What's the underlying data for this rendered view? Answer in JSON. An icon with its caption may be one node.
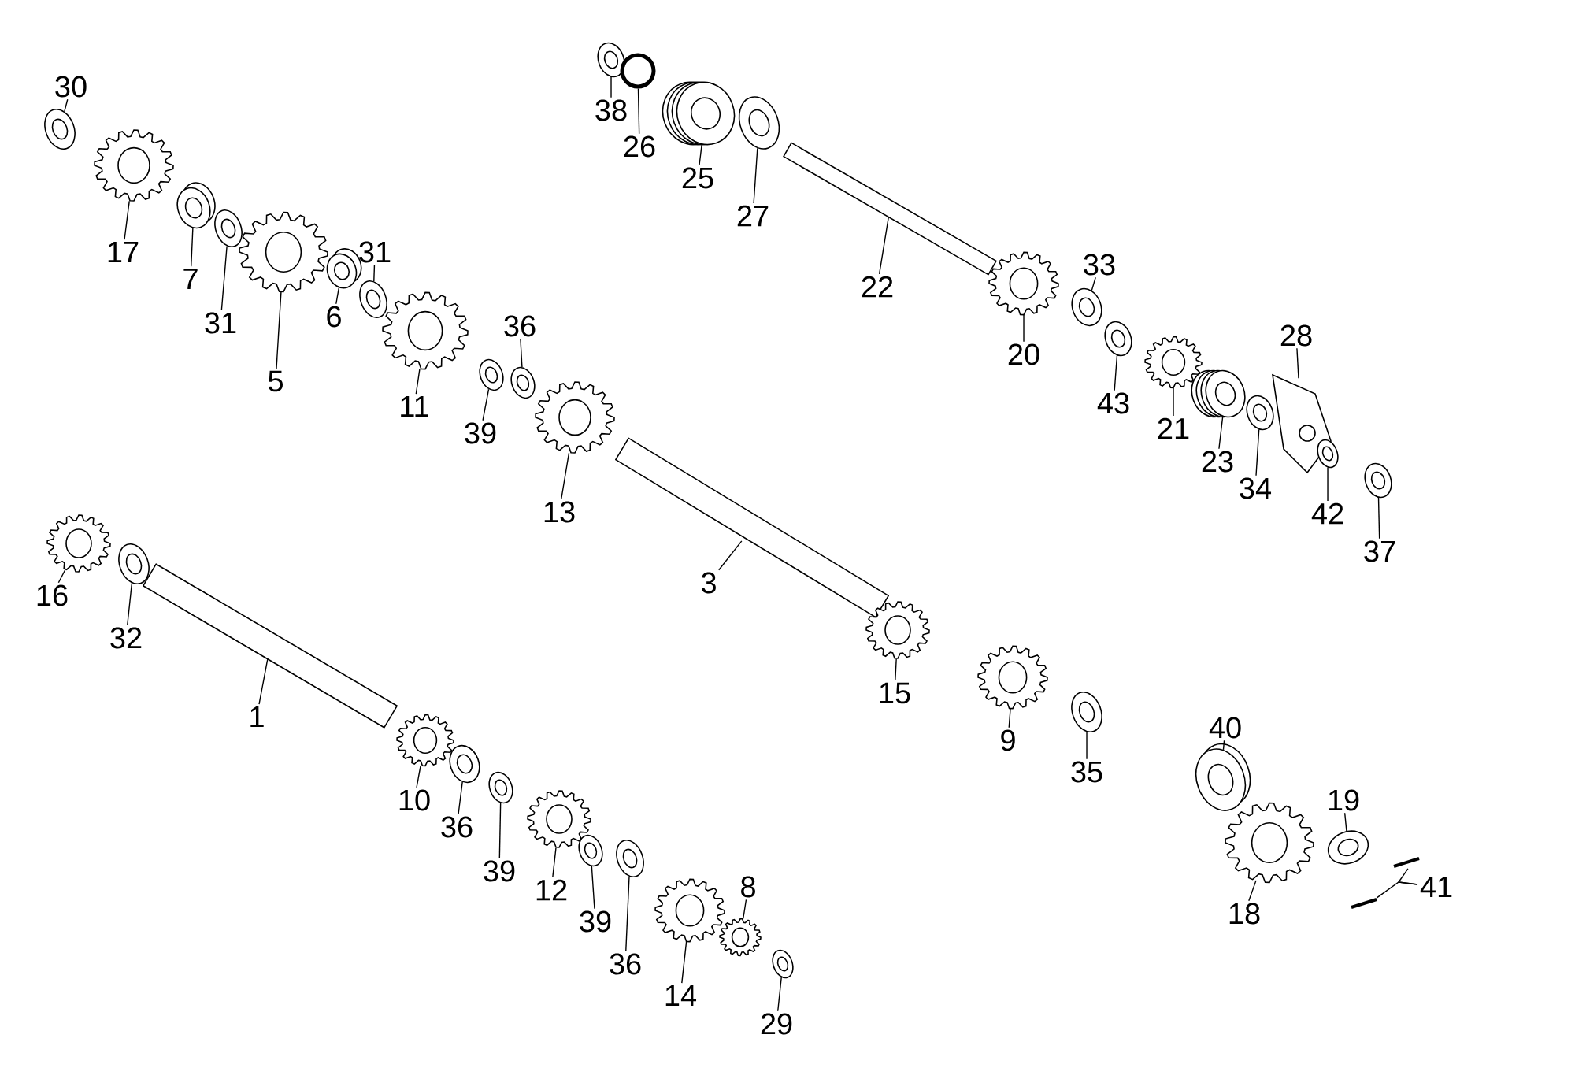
{
  "diagram": {
    "nodes": [
      {
        "text": [
          "30"
        ]
      },
      {
        "text": [
          "17"
        ]
      },
      {
        "text": [
          "7"
        ]
      },
      {
        "text": [
          "31"
        ]
      },
      {
        "text": [
          "5"
        ]
      },
      {
        "text": [
          "6"
        ]
      },
      {
        "text": [
          "31"
        ]
      },
      {
        "text": [
          "11"
        ]
      },
      {
        "text": [
          "36"
        ]
      },
      {
        "text": [
          "39"
        ]
      },
      {
        "text": [
          "13"
        ]
      },
      {
        "text": [
          "38"
        ]
      },
      {
        "text": [
          "26"
        ]
      },
      {
        "text": [
          "25"
        ]
      },
      {
        "text": [
          "27"
        ]
      },
      {
        "text": [
          "22"
        ]
      },
      {
        "text": [
          "20"
        ]
      },
      {
        "text": [
          "33"
        ]
      },
      {
        "text": [
          "43"
        ]
      },
      {
        "text": [
          "21"
        ]
      },
      {
        "text": [
          "28"
        ]
      },
      {
        "text": [
          "23"
        ]
      },
      {
        "text": [
          "34"
        ]
      },
      {
        "text": [
          "42"
        ]
      },
      {
        "text": [
          "37"
        ]
      },
      {
        "text": [
          "16"
        ]
      },
      {
        "text": [
          "32"
        ]
      },
      {
        "text": [
          "3"
        ]
      },
      {
        "text": [
          "1"
        ]
      },
      {
        "text": [
          "15"
        ]
      },
      {
        "text": [
          "9"
        ]
      },
      {
        "text": [
          "35"
        ]
      },
      {
        "text": [
          "10"
        ]
      },
      {
        "text": [
          "36"
        ]
      },
      {
        "text": [
          "39"
        ]
      },
      {
        "text": [
          "12"
        ]
      },
      {
        "text": [
          "39"
        ]
      },
      {
        "text": [
          "36"
        ]
      },
      {
        "text": [
          "14"
        ]
      },
      {
        "text": [
          "8"
        ]
      },
      {
        "text": [
          "29"
        ]
      },
      {
        "text": [
          "40"
        ]
      },
      {
        "text": [
          "19"
        ]
      },
      {
        "text": [
          "18"
        ]
      },
      {
        "text": [
          "41"
        ]
      },
      {
        "text": [],
        "shape": "washer"
      },
      {
        "text": [],
        "shape": "gear"
      },
      {
        "text": [],
        "shape": "bearing"
      },
      {
        "text": [],
        "shape": "washer"
      },
      {
        "text": [],
        "shape": "gear"
      },
      {
        "text": [],
        "shape": "bearing"
      },
      {
        "text": [],
        "shape": "washer"
      },
      {
        "text": [],
        "shape": "gear"
      },
      {
        "text": [],
        "shape": "washer"
      },
      {
        "text": [],
        "shape": "washer"
      },
      {
        "text": [],
        "shape": "gear"
      },
      {
        "text": [],
        "shape": "washer"
      },
      {
        "text": [],
        "shape": "clip"
      },
      {
        "text": [],
        "shape": "spring"
      },
      {
        "text": [],
        "shape": "washer"
      },
      {
        "text": [],
        "shape": "shaft"
      },
      {
        "text": [],
        "shape": "gear"
      },
      {
        "text": [],
        "shape": "washer"
      },
      {
        "text": [],
        "shape": "washer"
      },
      {
        "text": [],
        "shape": "gear"
      },
      {
        "text": [],
        "shape": "plate"
      },
      {
        "text": [],
        "shape": "spring"
      },
      {
        "text": [],
        "shape": "washer"
      },
      {
        "text": [],
        "shape": "washer"
      },
      {
        "text": [],
        "shape": "washer"
      },
      {
        "text": [],
        "shape": "gear"
      },
      {
        "text": [],
        "shape": "washer"
      },
      {
        "text": [],
        "shape": "shaft"
      },
      {
        "text": [],
        "shape": "shaft"
      },
      {
        "text": [],
        "shape": "gear"
      },
      {
        "text": [],
        "shape": "gear"
      },
      {
        "text": [],
        "shape": "washer"
      },
      {
        "text": [],
        "shape": "gear"
      },
      {
        "text": [],
        "shape": "washer"
      },
      {
        "text": [],
        "shape": "washer"
      },
      {
        "text": [],
        "shape": "gear"
      },
      {
        "text": [],
        "shape": "washer"
      },
      {
        "text": [],
        "shape": "washer"
      },
      {
        "text": [],
        "shape": "gear"
      },
      {
        "text": [],
        "shape": "gear"
      },
      {
        "text": [],
        "shape": "washer"
      },
      {
        "text": [],
        "shape": "bearing"
      },
      {
        "text": [],
        "shape": "plate"
      },
      {
        "text": [],
        "shape": "gear"
      },
      {
        "text": [],
        "shape": "bolt"
      },
      {
        "text": [],
        "shape": "bolt"
      }
    ],
    "edges": [
      {
        "from": 0,
        "to": 45,
        "arrow": "none"
      },
      {
        "from": 1,
        "to": 46,
        "arrow": "none"
      },
      {
        "from": 2,
        "to": 47,
        "arrow": "none"
      },
      {
        "from": 3,
        "to": 48,
        "arrow": "none"
      },
      {
        "from": 4,
        "to": 49,
        "arrow": "none"
      },
      {
        "from": 5,
        "to": 50,
        "arrow": "none"
      },
      {
        "from": 6,
        "to": 51,
        "arrow": "none"
      },
      {
        "from": 7,
        "to": 52,
        "arrow": "none"
      },
      {
        "from": 8,
        "to": 53,
        "arrow": "none"
      },
      {
        "from": 9,
        "to": 54,
        "arrow": "none"
      },
      {
        "from": 10,
        "to": 55,
        "arrow": "none"
      },
      {
        "from": 11,
        "to": 56,
        "arrow": "none"
      },
      {
        "from": 12,
        "to": 57,
        "arrow": "none"
      },
      {
        "from": 13,
        "to": 58,
        "arrow": "none"
      },
      {
        "from": 14,
        "to": 59,
        "arrow": "none"
      },
      {
        "from": 15,
        "to": 60,
        "arrow": "none"
      },
      {
        "from": 16,
        "to": 61,
        "arrow": "none"
      },
      {
        "from": 17,
        "to": 62,
        "arrow": "none"
      },
      {
        "from": 18,
        "to": 63,
        "arrow": "none"
      },
      {
        "from": 19,
        "to": 64,
        "arrow": "none"
      },
      {
        "from": 20,
        "to": 65,
        "arrow": "none"
      },
      {
        "from": 21,
        "to": 66,
        "arrow": "none"
      },
      {
        "from": 22,
        "to": 67,
        "arrow": "none"
      },
      {
        "from": 23,
        "to": 68,
        "arrow": "none"
      },
      {
        "from": 24,
        "to": 69,
        "arrow": "none"
      },
      {
        "from": 25,
        "to": 70,
        "arrow": "none"
      },
      {
        "from": 26,
        "to": 71,
        "arrow": "none"
      },
      {
        "from": 27,
        "to": 72,
        "arrow": "none"
      },
      {
        "from": 28,
        "to": 73,
        "arrow": "none"
      },
      {
        "from": 29,
        "to": 74,
        "arrow": "none"
      },
      {
        "from": 30,
        "to": 75,
        "arrow": "none"
      },
      {
        "from": 31,
        "to": 76,
        "arrow": "none"
      },
      {
        "from": 32,
        "to": 77,
        "arrow": "none"
      },
      {
        "from": 33,
        "to": 78,
        "arrow": "none"
      },
      {
        "from": 34,
        "to": 79,
        "arrow": "none"
      },
      {
        "from": 35,
        "to": 80,
        "arrow": "none"
      },
      {
        "from": 36,
        "to": 81,
        "arrow": "none"
      },
      {
        "from": 37,
        "to": 82,
        "arrow": "none"
      },
      {
        "from": 38,
        "to": 83,
        "arrow": "none"
      },
      {
        "from": 39,
        "to": 84,
        "arrow": "none"
      },
      {
        "from": 40,
        "to": 85,
        "arrow": "none"
      },
      {
        "from": 41,
        "to": 86,
        "arrow": "none"
      },
      {
        "from": 42,
        "to": 87,
        "arrow": "none"
      },
      {
        "from": 43,
        "to": 88,
        "arrow": "none"
      },
      {
        "from": 44,
        "to": 89,
        "arrow": "none"
      },
      {
        "from": 44,
        "to": 90,
        "arrow": "none"
      }
    ]
  }
}
